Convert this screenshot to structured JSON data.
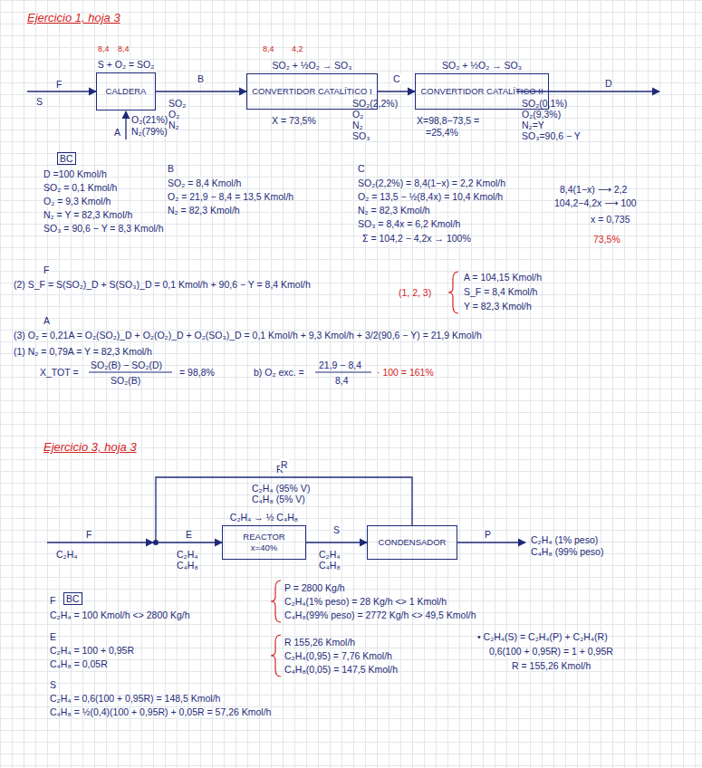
{
  "diagram": {
    "title": "Ejercicio 1, hoja 3",
    "nodes": [
      {
        "text": [
          "S + O₂ = SO₂",
          "CALDERA"
        ]
      },
      {
        "text": [
          "SO₂ + ½O₂ → SO₃",
          "CONVERTIDOR CATALÍTICO I"
        ]
      },
      {
        "text": [
          "SO₂ + ½O₂ → SO₃",
          "CONVERTIDOR CATALÍTICO II"
        ]
      },
      {
        "text": [
          "C₂H₄ → ½ C₄H₈",
          "REACTOR",
          "x=40%"
        ]
      },
      {
        "text": [
          "CONDENSADOR"
        ]
      }
    ],
    "edges": [
      {
        "from": 0,
        "to": 1,
        "label": "B",
        "arrow": "to"
      },
      {
        "from": 1,
        "to": 2,
        "label": "C",
        "arrow": "to"
      },
      {
        "from": 3,
        "to": 4,
        "label": "S",
        "arrow": "to"
      },
      {
        "from": 4,
        "to": 3,
        "label": "R",
        "arrow": "to"
      }
    ],
    "labels": [
      "8,4",
      "8,4",
      "8,4",
      "4,2",
      "F",
      "S",
      "A",
      "O₂(21%)",
      "N₂(79%)",
      "SO₂",
      "O₂",
      "N₂",
      "X = 73,5%",
      "SO₂(2,2%)",
      "O₂",
      "N₂",
      "SO₃",
      "X=98,8−73,5 =",
      "=25,4%",
      "D",
      "SO₂(0,1%)",
      "O₂(9,3%)",
      "N₂=Y",
      "SO₃=90,6 − Y",
      "BC",
      "D =100 Kmol/h",
      "SO₂ = 0,1 Kmol/h",
      "O₂ = 9,3 Kmol/h",
      "N₂ = Y = 82,3 Kmol/h",
      "SO₃ = 90,6 − Y = 8,3 Kmol/h",
      "B",
      "SO₂ = 8,4 Kmol/h",
      "O₂ = 21,9 − 8,4 = 13,5 Kmol/h",
      "N₂ = 82,3 Kmol/h",
      "C",
      "SO₂(2,2%) = 8,4(1−x) = 2,2 Kmol/h",
      "O₂ = 13,5 − ½(8,4x) = 10,4 Kmol/h",
      "N₂ = 82,3 Kmol/h",
      "SO₃ = 8,4x = 6,2 Kmol/h",
      "Σ = 104,2 − 4,2x → 100%",
      "8,4(1−x) ⟶ 2,2",
      "104,2−4,2x ⟶ 100",
      "x = 0,735",
      "73,5%",
      "F",
      "(2) S_F = S(SO₂)_D + S(SO₃)_D = 0,1 Kmol/h + 90,6 − Y = 8,4 Kmol/h",
      "(1, 2, 3)",
      "A = 104,15 Kmol/h",
      "S_F = 8,4 Kmol/h",
      "Y = 82,3 Kmol/h",
      "A",
      "(3) O₂ = 0,21A = O₂(SO₂)_D + O₂(O₂)_D + O₂(SO₃)_D = 0,1 Kmol/h + 9,3 Kmol/h + 3/2(90,6 − Y) = 21,9 Kmol/h",
      "(1) N₂ = 0,79A = Y = 82,3 Kmol/h",
      "X_TOT =",
      "SO₂(B) − SO₂(D)",
      "SO₂(B)",
      "= 98,8%",
      "b) O₂ exc. =",
      "21,9 − 8,4",
      "8,4",
      "· 100 = 161%",
      "Ejercicio 3, hoja 3",
      "R",
      "C₂H₄ (95% V)",
      "C₄H₈ (5% V)",
      "F",
      "C₂H₄",
      "E",
      "C₂H₄",
      "C₄H₈",
      "C₂H₄",
      "C₄H₈",
      "P",
      "C₂H₄ (1% peso)",
      "C₄H₈ (99% peso)",
      "F",
      "BC",
      "C₂H₄ = 100 Kmol/h <> 2800 Kg/h",
      "E",
      "C₂H₄ = 100 + 0,95R",
      "C₄H₈ = 0,05R",
      "S",
      "C₂H₄ = 0,6(100 + 0,95R) = 148,5 Kmol/h",
      "C₄H₈ = ½(0,4)(100 + 0,95R) + 0,05R = 57,26 Kmol/h",
      "P = 2800 Kg/h",
      "C₂H₄(1% peso) = 28 Kg/h <> 1 Kmol/h",
      "C₄H₈(99% peso) = 2772 Kg/h <> 49,5 Kmol/h",
      "R 155,26 Kmol/h",
      "C₂H₄(0,95) = 7,76 Kmol/h",
      "C₄H₈(0,05) = 147,5 Kmol/h",
      "• C₂H₄(S) = C₂H₄(P) + C₂H₄(R)",
      "0,6(100 + 0,95R) = 1 + 0,95R",
      "R = 155,26 Kmol/h"
    ]
  }
}
